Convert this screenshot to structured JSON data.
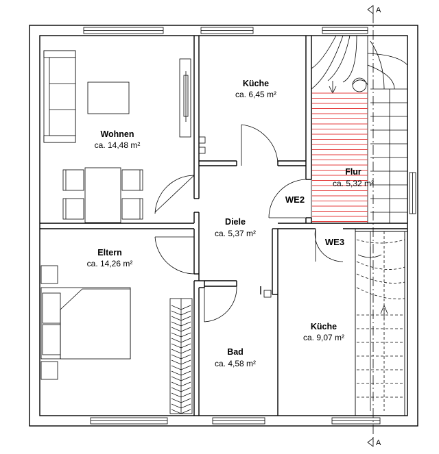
{
  "rooms": {
    "wohnen": {
      "name": "Wohnen",
      "area": "ca. 14,48 m²"
    },
    "kueche_top": {
      "name": "Küche",
      "area": "ca. 6,45 m²"
    },
    "flur": {
      "name": "Flur",
      "area": "ca. 5,32 m²"
    },
    "diele": {
      "name": "Diele",
      "area": "ca. 5,37 m²"
    },
    "eltern": {
      "name": "Eltern",
      "area": "ca. 14,26 m²"
    },
    "bad": {
      "name": "Bad",
      "area": "ca. 4,58 m²"
    },
    "kueche_bottom": {
      "name": "Küche",
      "area": "ca. 9,07 m²"
    }
  },
  "units": {
    "we2": "WE2",
    "we3": "WE3"
  },
  "section_marks": {
    "top": "A",
    "bottom": "A"
  },
  "colors": {
    "walls": "#000000",
    "stair_hatch": "#e53b3b",
    "background": "#ffffff"
  }
}
